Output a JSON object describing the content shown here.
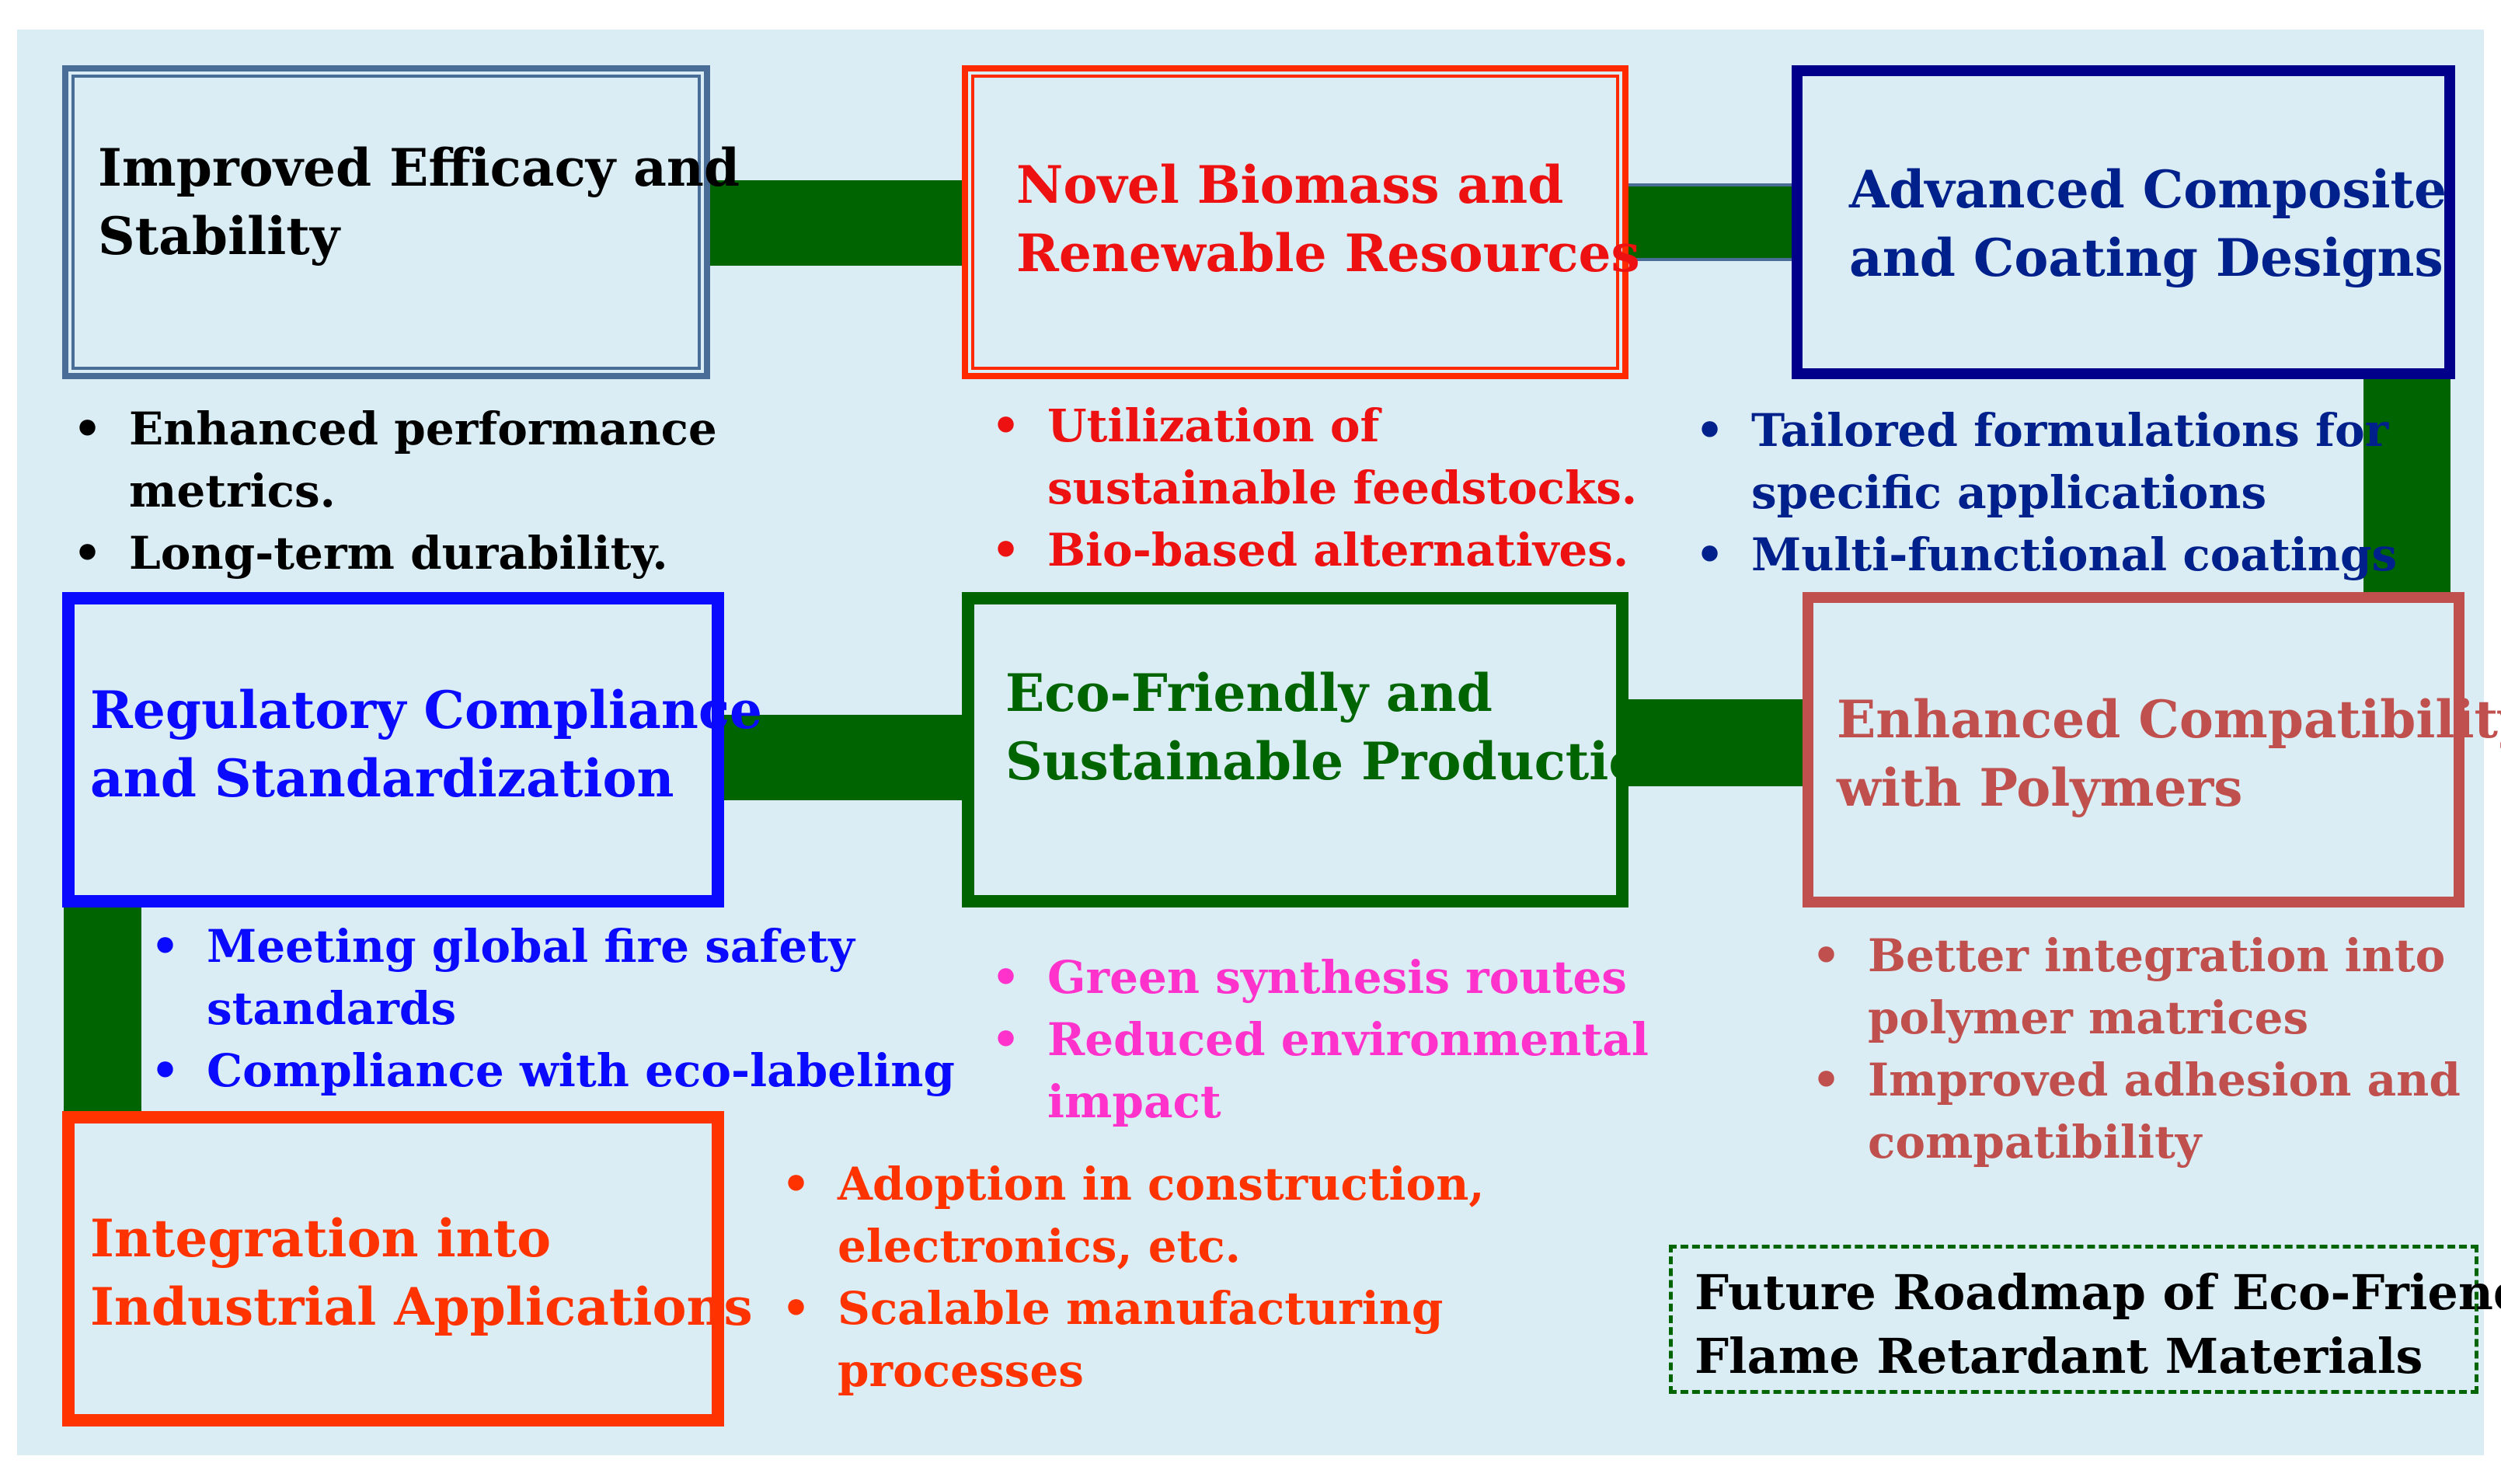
{
  "colors": {
    "background": "#daedf4",
    "connector": "#006400",
    "efficacy": "#4a6d98",
    "biomass": "#ff2a00",
    "biomass_text": "#ee1111",
    "composite": "#00008b",
    "composite_text": "#00208b",
    "regulatory": "#0a0aff",
    "eco_friendly": "#006400",
    "eco_bullets": "#ff33cc",
    "compatibility": "#c0504d",
    "integration": "#ff3300"
  },
  "boxes": {
    "efficacy": {
      "title_line1": "Improved Efficacy and",
      "title_line2": "Stability",
      "bullets": [
        "Enhanced performance",
        "metrics.",
        "Long-term durability."
      ]
    },
    "biomass": {
      "title_line1": "Novel Biomass and",
      "title_line2": "Renewable Resources",
      "bullets": [
        "Utilization of",
        "sustainable feedstocks.",
        "Bio-based alternatives."
      ]
    },
    "composite": {
      "title_line1": "Advanced Composite",
      "title_line2": "and Coating Designs",
      "bullets": [
        "Tailored formulations for",
        "specific applications",
        "Multi-functional coatings"
      ]
    },
    "regulatory": {
      "title_line1": "Regulatory Compliance",
      "title_line2": "and Standardization",
      "bullets": [
        "Meeting global fire safety",
        "standards",
        "Compliance with eco-labeling"
      ]
    },
    "eco_friendly": {
      "title_line1": "Eco-Friendly and",
      "title_line2": "Sustainable Production",
      "bullets": [
        "Green synthesis routes",
        "Reduced environmental",
        "impact"
      ]
    },
    "compatibility": {
      "title_line1": "Enhanced Compatibility",
      "title_line2": "with Polymers",
      "bullets": [
        "Better integration into",
        "polymer matrices",
        "Improved adhesion and",
        "compatibility"
      ]
    },
    "integration": {
      "title_line1": "Integration into",
      "title_line2": "Industrial Applications",
      "bullets": [
        "Adoption in construction,",
        "electronics, etc.",
        "Scalable manufacturing",
        "processes"
      ]
    }
  },
  "legend": {
    "line1": "Future Roadmap of Eco-Friendly",
    "line2": "Flame Retardant Materials"
  }
}
